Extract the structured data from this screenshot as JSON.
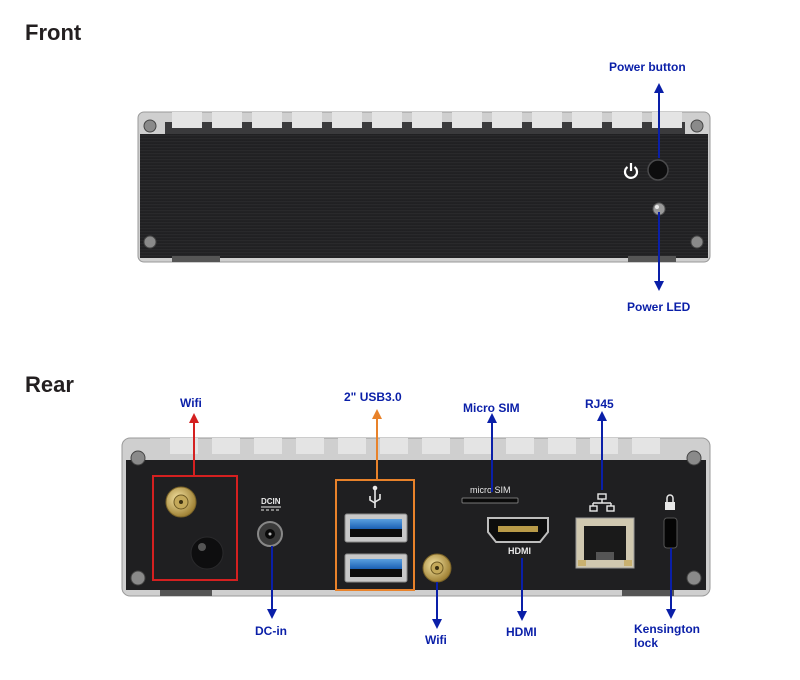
{
  "sections": {
    "front_title": "Front",
    "rear_title": "Rear"
  },
  "front": {
    "power_button_label": "Power button",
    "power_led_label": "Power LED"
  },
  "rear": {
    "wifi_left_label": "Wifi",
    "usb_label": "2\" USB3.0",
    "micro_sim_label": "Micro SIM",
    "rj45_label": "RJ45",
    "dc_in_label": "DC-in",
    "wifi_bottom_label": "Wifi",
    "hdmi_label": "HDMI",
    "kensington_label_1": "Kensington",
    "kensington_label_2": "lock",
    "panel_text": {
      "dcin": "DCIN",
      "micro_sim": "micro SIM",
      "hdmi": "HDMI"
    }
  },
  "colors": {
    "callout_blue": "#0a1fa8",
    "callout_red": "#d42020",
    "callout_orange": "#e8822a",
    "panel_dark": "#1c1c1e",
    "chassis_silver": "#d8d8d8"
  }
}
